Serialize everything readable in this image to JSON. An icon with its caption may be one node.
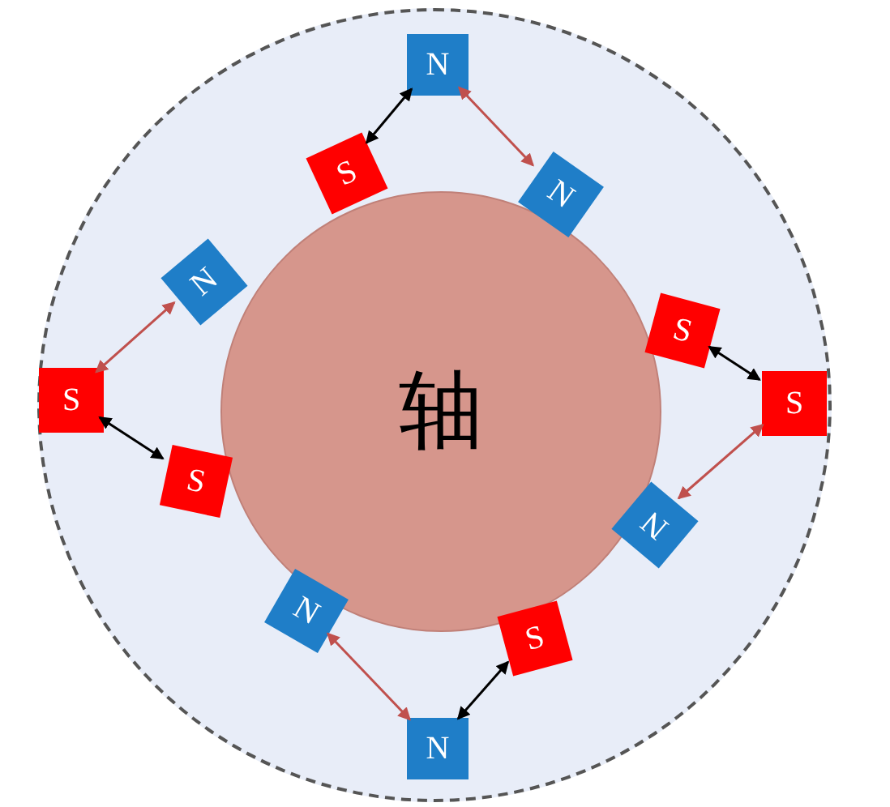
{
  "diagram": {
    "nodes": [
      {
        "text": [],
        "shape": "circle"
      },
      {
        "text": [
          "轴"
        ],
        "in": 0
      },
      {
        "text": [
          "N"
        ],
        "in": 0
      },
      {
        "text": [
          "S"
        ],
        "in": 0
      },
      {
        "text": [
          "N"
        ],
        "in": 0
      },
      {
        "text": [
          "N"
        ],
        "in": 0
      },
      {
        "text": [
          "S"
        ],
        "in": 0
      },
      {
        "text": [
          "S"
        ],
        "in": 0
      },
      {
        "text": [
          "S"
        ],
        "in": 0
      },
      {
        "text": [
          "S"
        ],
        "in": 0
      },
      {
        "text": [
          "N"
        ],
        "in": 0
      },
      {
        "text": [
          "N"
        ],
        "in": 0
      },
      {
        "text": [
          "S"
        ],
        "in": 0
      },
      {
        "text": [
          "N"
        ],
        "in": 0
      }
    ],
    "edges": [
      {
        "from": 2,
        "to": 3,
        "arrow": "both"
      },
      {
        "from": 2,
        "to": 4,
        "arrow": "both",
        "color": "#c0504d"
      },
      {
        "from": 5,
        "to": 7,
        "arrow": "both",
        "color": "#c0504d"
      },
      {
        "from": 6,
        "to": 8,
        "arrow": "both"
      },
      {
        "from": 7,
        "to": 9,
        "arrow": "both"
      },
      {
        "from": 8,
        "to": 10,
        "arrow": "both",
        "color": "#c0504d"
      },
      {
        "from": 11,
        "to": 13,
        "arrow": "both",
        "color": "#c0504d"
      },
      {
        "from": 12,
        "to": 13,
        "arrow": "both"
      }
    ]
  }
}
